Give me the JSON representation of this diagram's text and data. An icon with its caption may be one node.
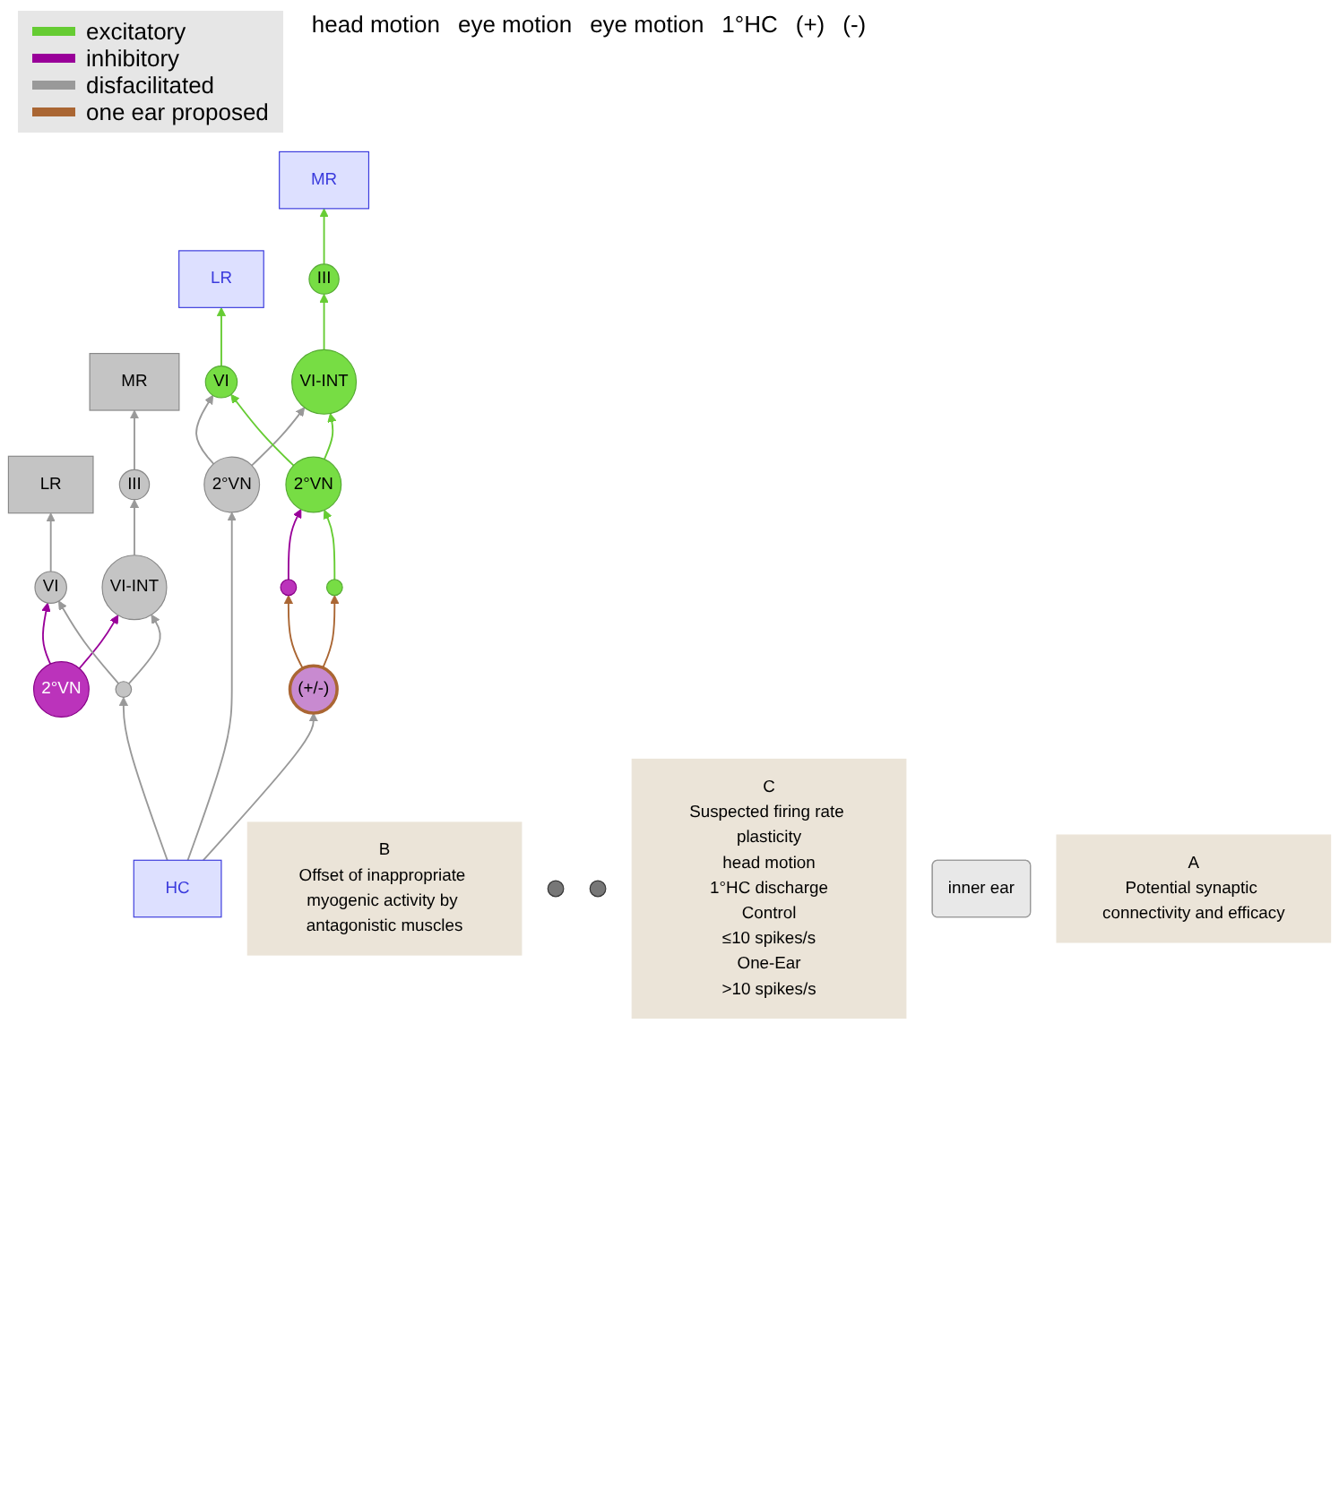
{
  "diagram": {
    "nodes": [
      {
        "text": [
          "B",
          "Offset of inappropriate myogenic activity by antagonistic muscles"
        ]
      },
      {
        "text": [],
        "shape": "circle"
      },
      {
        "text": [
          "MR"
        ]
      },
      {
        "text": [
          "LR"
        ]
      },
      {
        "text": [],
        "shape": "circle"
      },
      {
        "text": [
          "MR"
        ]
      },
      {
        "text": [
          "LR"
        ]
      },
      {
        "text": [
          "III"
        ]
      },
      {
        "text": [
          "III"
        ]
      },
      {
        "text": [
          "C",
          "Suspected firing rate plasticity",
          "head motion",
          "1°HC discharge",
          "Control",
          "≤10 spikes/s",
          "One-Ear",
          ">10 spikes/s"
        ]
      },
      {
        "text": [
          "VI"
        ]
      },
      {
        "text": [
          "VI-INT"
        ]
      },
      {
        "text": [
          "VI-INT"
        ]
      },
      {
        "text": [
          "VI"
        ]
      },
      {
        "text": [
          "2°VN"
        ]
      },
      {
        "text": [
          "2°VN"
        ]
      },
      {
        "text": [
          "(+/-)"
        ]
      },
      {
        "text": [],
        "shape": "circle"
      },
      {
        "text": [
          "2°VN"
        ]
      },
      {
        "text": [],
        "shape": "circle"
      },
      {
        "text": [],
        "shape": "circle"
      },
      {
        "text": [
          "HC"
        ]
      },
      {
        "text": [
          "inner ear"
        ]
      },
      {
        "text": [
          "A",
          "Potential synaptic connectivity and efficacy"
        ]
      }
    ],
    "edges": [
      {
        "from": 7,
        "to": 2,
        "arrow": "to",
        "color": "#66cc33"
      },
      {
        "from": 8,
        "to": 5,
        "arrow": "to"
      },
      {
        "from": 10,
        "to": 3,
        "arrow": "to"
      },
      {
        "from": 13,
        "to": 6,
        "arrow": "to",
        "color": "#66cc33"
      },
      {
        "from": 12,
        "to": 7,
        "arrow": "to",
        "color": "#66cc33"
      },
      {
        "from": 11,
        "to": 8,
        "arrow": "to"
      },
      {
        "from": 14,
        "to": 10,
        "arrow": "to",
        "color": "#990099"
      },
      {
        "from": 14,
        "to": 11,
        "arrow": "to",
        "color": "#990099"
      },
      {
        "from": 15,
        "to": 12,
        "arrow": "to"
      },
      {
        "from": 15,
        "to": 13,
        "arrow": "to"
      },
      {
        "from": 17,
        "to": 10,
        "arrow": "to"
      },
      {
        "from": 17,
        "to": 11,
        "arrow": "to"
      },
      {
        "from": 18,
        "to": 12,
        "arrow": "to",
        "color": "#66cc33"
      },
      {
        "from": 18,
        "to": 13,
        "arrow": "to",
        "color": "#66cc33"
      },
      {
        "from": 19,
        "to": 18,
        "arrow": "to",
        "color": "#990099"
      },
      {
        "from": 20,
        "to": 18,
        "arrow": "to",
        "color": "#66cc33"
      },
      {
        "from": 16,
        "to": 19,
        "arrow": "to",
        "color": "#aa6633"
      },
      {
        "from": 16,
        "to": 20,
        "arrow": "to",
        "color": "#aa6633"
      },
      {
        "from": 21,
        "to": 15,
        "arrow": "to"
      },
      {
        "from": 21,
        "to": 16,
        "arrow": "to"
      },
      {
        "from": 21,
        "to": 17,
        "arrow": "to"
      }
    ],
    "labels": [
      "head motion",
      "eye motion",
      "eye motion",
      "1°HC",
      "(+)",
      "(-)"
    ],
    "legend": [
      {
        "text": "excitatory",
        "color": "#66cc33"
      },
      {
        "text": "inhibitory",
        "color": "#990099"
      },
      {
        "text": "disfacilitated",
        "color": "#999999"
      },
      {
        "text": "one ear proposed",
        "color": "#aa6633"
      }
    ]
  }
}
